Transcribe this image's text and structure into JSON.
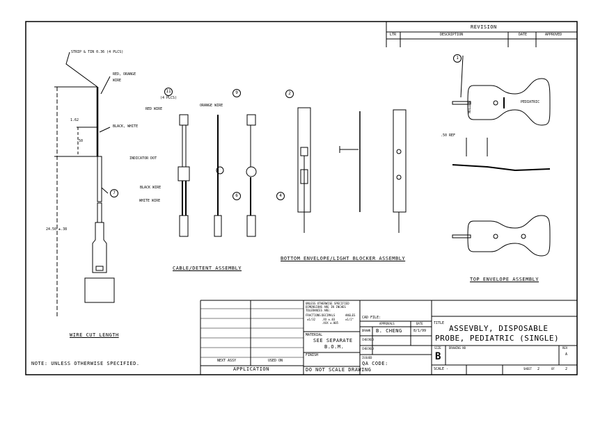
{
  "revision": {
    "title": "REVISION",
    "ltr": "LTR",
    "description": "DESCRIPTION",
    "date": "DATE",
    "approved": "APPROVED"
  },
  "wire": {
    "strip": "STRIP & TIN 0.36 (4 PLCS)",
    "red_orange_1": "RED, ORANGE",
    "red_orange_2": "WIRE",
    "black_white": "BLACK, WHITE",
    "dim_total": "1.62",
    "dim_half": ".50",
    "dim_length": "24.50 ±.38",
    "caption": "WIRE CUT LENGTH",
    "callout": "7"
  },
  "cable": {
    "callout_11": "11",
    "plcs": "(4 PLCS)",
    "red": "RED WIRE",
    "orange": "ORANGE WIRE",
    "indicator": "INDICATOR DOT",
    "black": "BLACK WIRE",
    "white": "WHITE WIRE",
    "caption": "CABLE/DETENT ASSEMBLY",
    "callout_9": "9",
    "callout_6": "6"
  },
  "bottom": {
    "callout_2": "2",
    "callout_4": "4",
    "caption": "BOTTOM ENVELOPE/LIGHT BLOCKER ASSEMBLY"
  },
  "top": {
    "callout_1": "1",
    "button": "BUTTON",
    "pediatric": "PEDIATRIC",
    "ref": ".50 REF",
    "caption": "TOP ENVELOPE ASSEMBLY"
  },
  "note": "NOTE: UNLESS OTHERWISE SPECIFIED.",
  "titleblock": {
    "next_assy": "NEXT ASSY",
    "used_on": "USED ON",
    "application": "APPLICATION",
    "tol_1": "UNLESS OTHERWISE SPECIFIED",
    "tol_2": "DIMENSIONS ARE IN INCHES",
    "tol_3": "TOLERANCES ARE:",
    "fractions": "FRACTIONS",
    "frac_val": "±1/32",
    "decimals": "DECIMALS",
    "dec_val": ".XX ±.03",
    "dec_val2": ".XXX ±.005",
    "angles": "ANGLES",
    "ang_val": "±1/2°",
    "material": "MATERIAL",
    "material_val_1": "SEE SEPARATE",
    "material_val_2": "B.O.M.",
    "finish": "FINISH",
    "do_not_scale": "DO NOT SCALE DRAWING",
    "cad_file": "CAD FILE:",
    "approvals": "APPROVALS",
    "date": "DATE",
    "drawn": "DRAWN",
    "drawn_by": "B. CHENG",
    "drawn_date": "8/1/99",
    "checked": "CHECKED",
    "checked2": "CHECKED",
    "issued": "ISSUED",
    "qa_code": "QA CODE:",
    "title_label": "TITLE",
    "title_1": "ASSEVBLY, DISPOSABLE",
    "title_2": "PROBE, PEDIATRIC (SINGLE)",
    "size_label": "SIZE",
    "size": "B",
    "drawing_no": "DRAWING NO",
    "rev_label": "REV",
    "rev": "A",
    "scale": "SCALE -",
    "sheet": "SHEET",
    "sheet_no": "2",
    "of": "OF",
    "sheet_total": "2"
  }
}
